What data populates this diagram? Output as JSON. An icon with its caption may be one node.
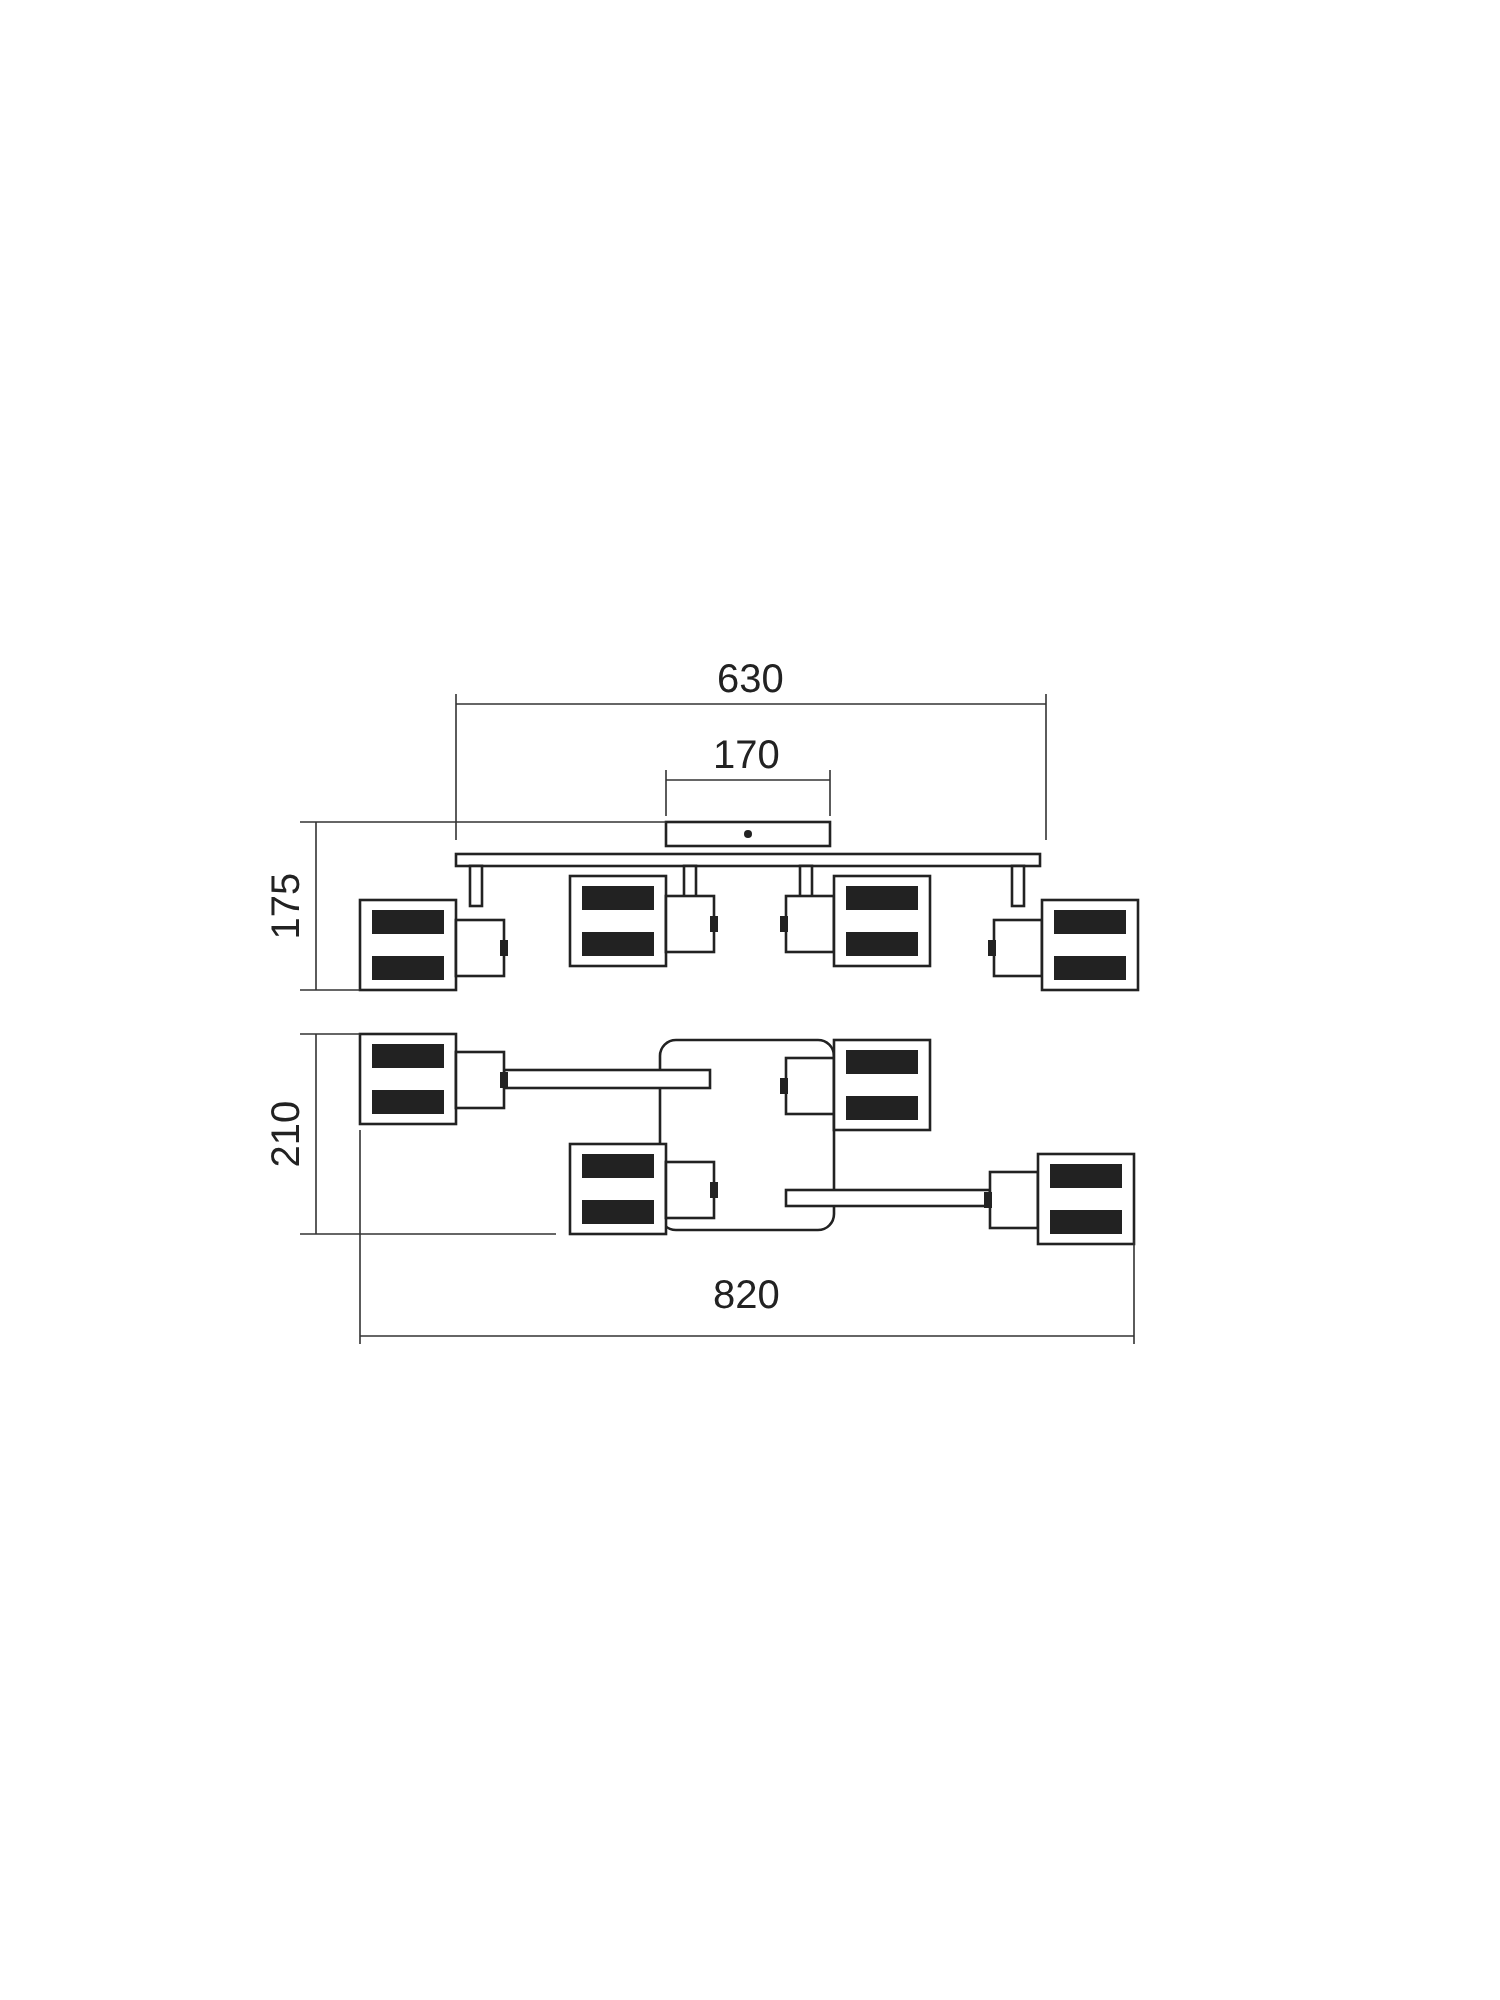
{
  "diagram": {
    "labels": [
      "630",
      "170",
      "175",
      "210",
      "820"
    ]
  }
}
